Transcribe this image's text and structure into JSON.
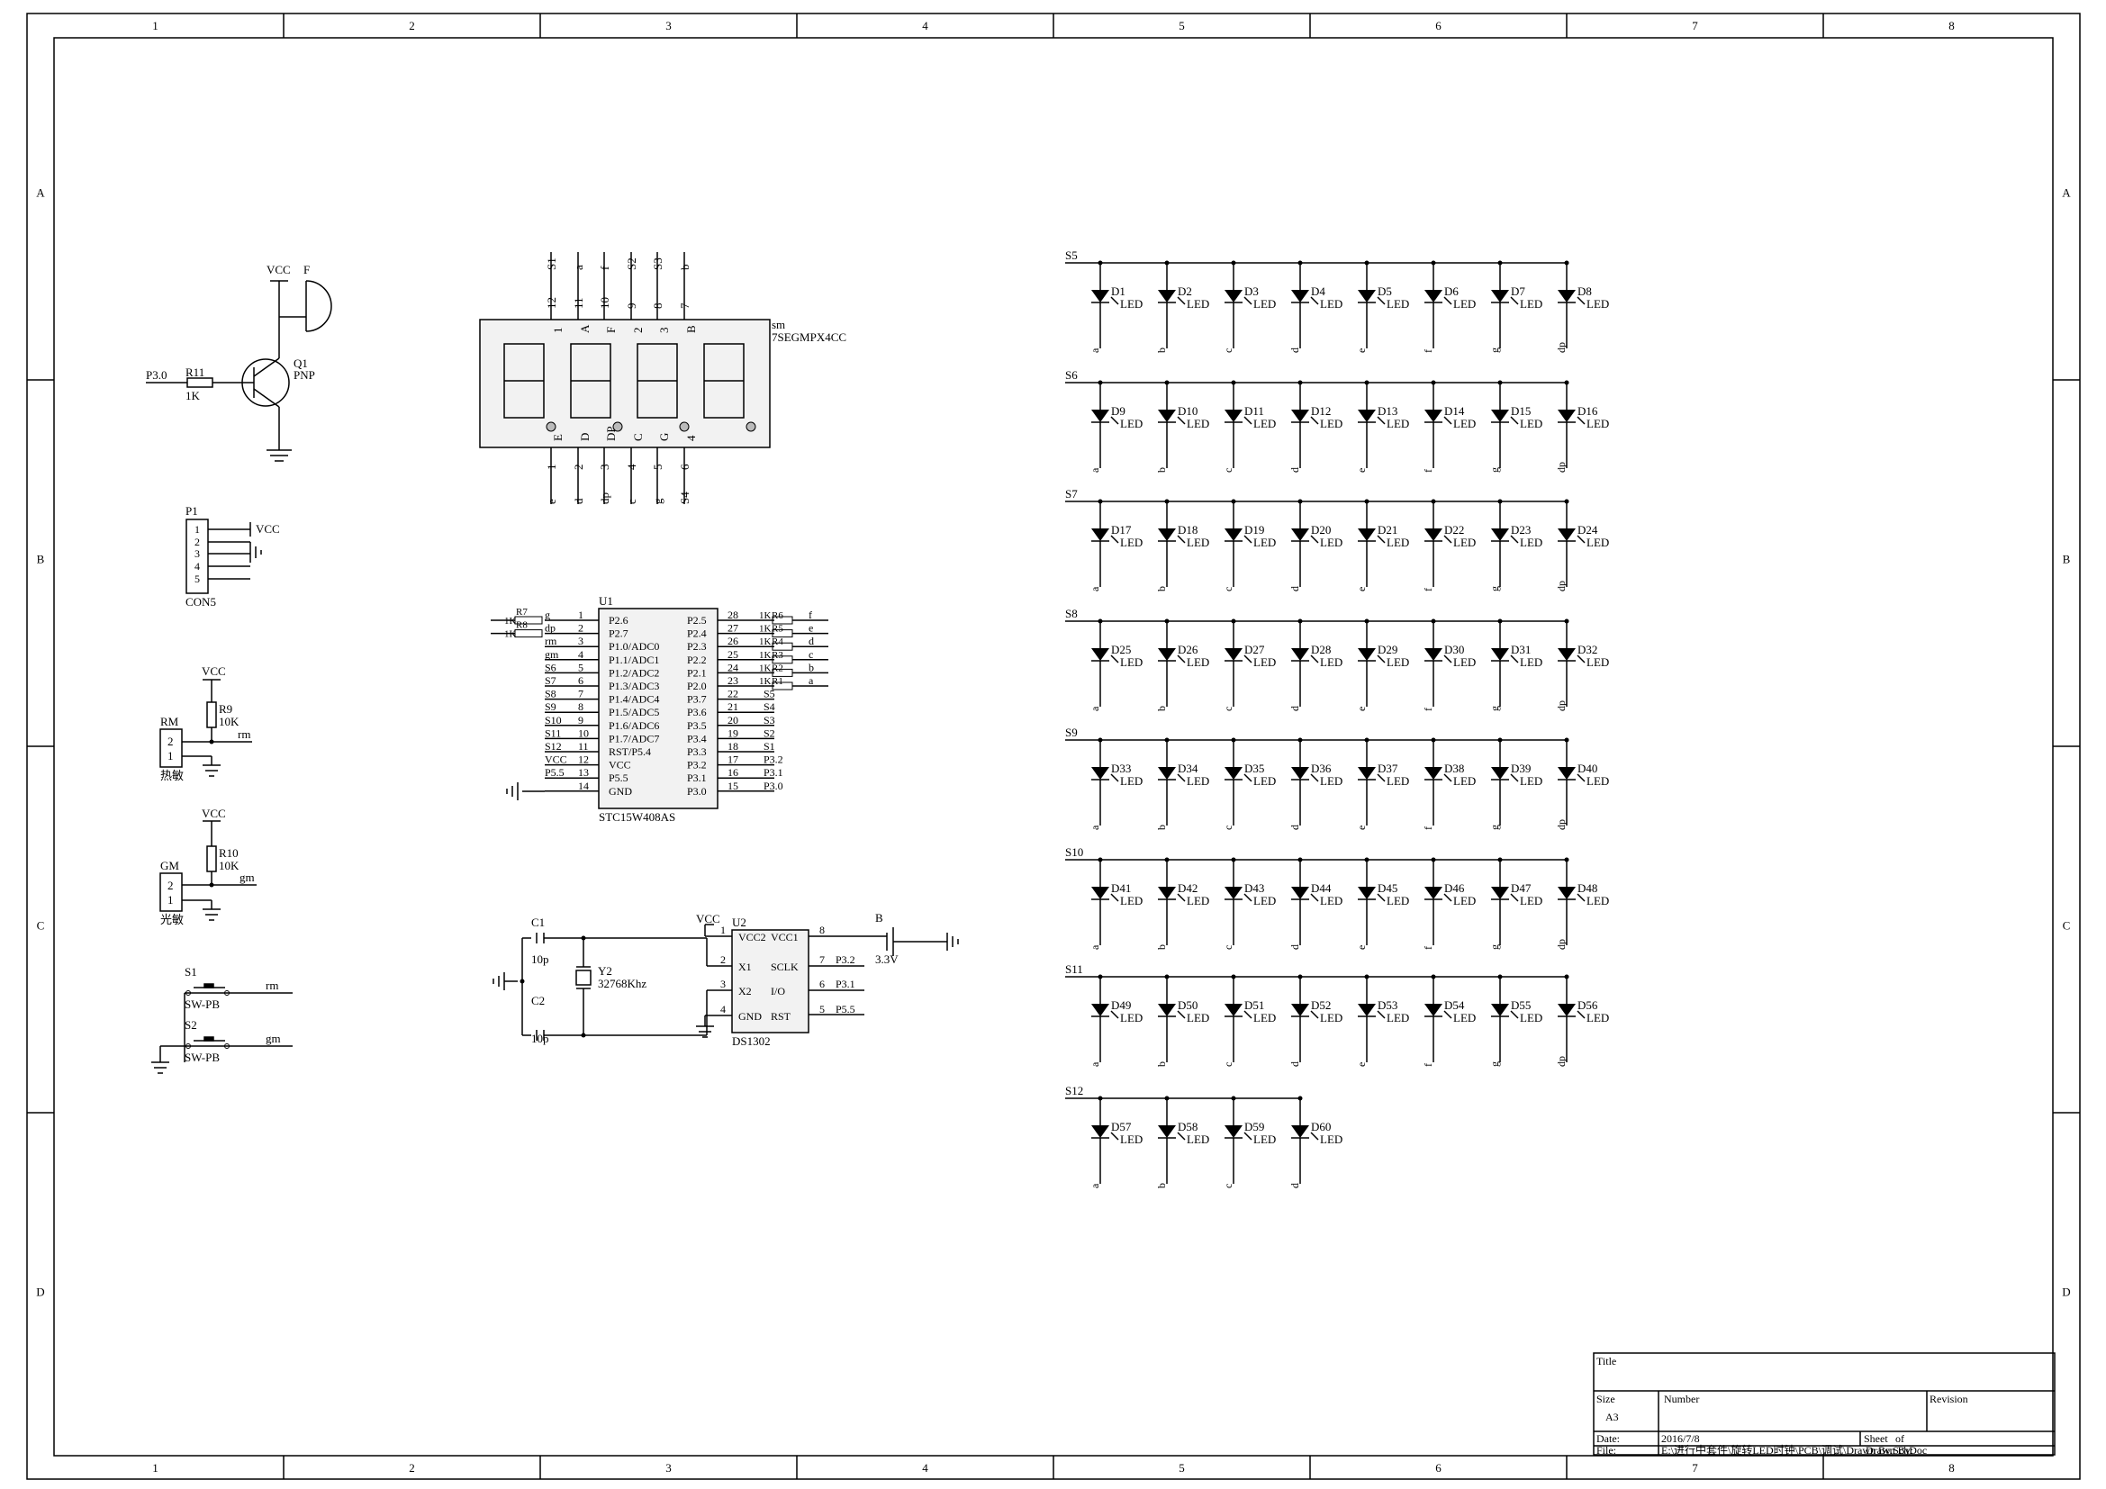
{
  "frame": {
    "columns": [
      "1",
      "2",
      "3",
      "4",
      "5",
      "6",
      "7",
      "8"
    ],
    "rows": [
      "A",
      "B",
      "C",
      "D"
    ]
  },
  "title_block": {
    "title_label": "Title",
    "size_label": "Size",
    "size_value": "A3",
    "number_label": "Number",
    "revision_label": "Revision",
    "date_label": "Date:",
    "date_value": "2016/7/8",
    "file_label": "File:",
    "file_value": "E:\\进行中套件\\旋转LED时钟\\PCB\\调试\\Drawn By.SchDoc",
    "sheet_label": "Sheet",
    "of_label": "of",
    "drawn_by_label": "Drawn By:"
  },
  "buzzer": {
    "vcc": "VCC",
    "f": "F",
    "q_ref": "Q1",
    "q_type": "PNP",
    "net_in": "P3.0",
    "r_ref": "R11",
    "r_val": "1K"
  },
  "connector": {
    "ref": "P1",
    "name": "CON5",
    "pins": [
      "1",
      "2",
      "3",
      "4",
      "5"
    ],
    "vcc": "VCC"
  },
  "thermistor": {
    "vcc": "VCC",
    "r_ref": "R9",
    "r_val": "10K",
    "net": "rm",
    "ref": "RM",
    "pins": [
      "2",
      "1"
    ],
    "label": "热敏"
  },
  "photoresistor": {
    "vcc": "VCC",
    "r_ref": "R10",
    "r_val": "10K",
    "net": "gm",
    "ref": "GM",
    "pins": [
      "2",
      "1"
    ],
    "label": "光敏"
  },
  "switches": [
    {
      "ref": "S1",
      "type": "SW-PB",
      "net": "rm"
    },
    {
      "ref": "S2",
      "type": "SW-PB",
      "net": "gm"
    }
  ],
  "seven_seg": {
    "ref": "sm",
    "part": "7SEGMPX4CC",
    "top_nets": [
      "S1",
      "a",
      "f",
      "S2",
      "S3",
      "b"
    ],
    "top_pins": [
      "12",
      "11",
      "10",
      "9",
      "8",
      "7"
    ],
    "top_inner": [
      "1",
      "A",
      "F",
      "2",
      "3",
      "B"
    ],
    "bottom_inner": [
      "E",
      "D",
      "DP",
      "C",
      "G",
      "4"
    ],
    "bottom_pins": [
      "1",
      "2",
      "3",
      "4",
      "5",
      "6"
    ],
    "bottom_nets": [
      "e",
      "d",
      "dp",
      "c",
      "g",
      "S4"
    ]
  },
  "mcu": {
    "ref": "U1",
    "part": "STC15W408AS",
    "left_pins": [
      {
        "num": "1",
        "name": "P2.6",
        "net": "g"
      },
      {
        "num": "2",
        "name": "P2.7",
        "net": "dp"
      },
      {
        "num": "3",
        "name": "P1.0/ADC0",
        "net": "rm"
      },
      {
        "num": "4",
        "name": "P1.1/ADC1",
        "net": "gm"
      },
      {
        "num": "5",
        "name": "P1.2/ADC2",
        "net": "S6"
      },
      {
        "num": "6",
        "name": "P1.3/ADC3",
        "net": "S7"
      },
      {
        "num": "7",
        "name": "P1.4/ADC4",
        "net": "S8"
      },
      {
        "num": "8",
        "name": "P1.5/ADC5",
        "net": "S9"
      },
      {
        "num": "9",
        "name": "P1.6/ADC6",
        "net": "S10"
      },
      {
        "num": "10",
        "name": "P1.7/ADC7",
        "net": "S11"
      },
      {
        "num": "11",
        "name": "RST/P5.4",
        "net": "S12"
      },
      {
        "num": "12",
        "name": "VCC",
        "net": "VCC"
      },
      {
        "num": "13",
        "name": "P5.5",
        "net": "P5.5"
      },
      {
        "num": "14",
        "name": "GND",
        "net": ""
      }
    ],
    "right_pins": [
      {
        "num": "28",
        "name": "P2.5",
        "net": "f"
      },
      {
        "num": "27",
        "name": "P2.4",
        "net": "e"
      },
      {
        "num": "26",
        "name": "P2.3",
        "net": "d"
      },
      {
        "num": "25",
        "name": "P2.2",
        "net": "c"
      },
      {
        "num": "24",
        "name": "P2.1",
        "net": "b"
      },
      {
        "num": "23",
        "name": "P2.0",
        "net": "a"
      },
      {
        "num": "22",
        "name": "P3.7",
        "net": "S5"
      },
      {
        "num": "21",
        "name": "P3.6",
        "net": "S4"
      },
      {
        "num": "20",
        "name": "P3.5",
        "net": "S3"
      },
      {
        "num": "19",
        "name": "P3.4",
        "net": "S2"
      },
      {
        "num": "18",
        "name": "P3.3",
        "net": "S1"
      },
      {
        "num": "17",
        "name": "P3.2",
        "net": "P3.2"
      },
      {
        "num": "16",
        "name": "P3.1",
        "net": "P3.1"
      },
      {
        "num": "15",
        "name": "P3.0",
        "net": "P3.0"
      }
    ],
    "right_resistors": [
      {
        "ref": "R6",
        "val": "1K"
      },
      {
        "ref": "R5",
        "val": "1K"
      },
      {
        "ref": "R4",
        "val": "1K"
      },
      {
        "ref": "R3",
        "val": "1K"
      },
      {
        "ref": "R2",
        "val": "1K"
      },
      {
        "ref": "R1",
        "val": "1K"
      }
    ],
    "left_resistors": [
      {
        "ref": "R7",
        "val": "1K"
      },
      {
        "ref": "R8",
        "val": "1K"
      }
    ]
  },
  "rtc": {
    "ref": "U2",
    "part": "DS1302",
    "vcc": "VCC",
    "c1": "C1",
    "c1_val": "10p",
    "c2": "C2",
    "c2_val": "10p",
    "xtal_ref": "Y2",
    "xtal_val": "32768Khz",
    "batt_ref": "B",
    "batt_val": "3.3V",
    "left_pins": [
      {
        "num": "1",
        "name": "VCC2"
      },
      {
        "num": "2",
        "name": "X1"
      },
      {
        "num": "3",
        "name": "X2"
      },
      {
        "num": "4",
        "name": "GND"
      }
    ],
    "right_pins": [
      {
        "num": "8",
        "name": "VCC1",
        "net": ""
      },
      {
        "num": "7",
        "name": "SCLK",
        "net": "P3.2"
      },
      {
        "num": "6",
        "name": "I/O",
        "net": "P3.1"
      },
      {
        "num": "5",
        "name": "RST",
        "net": "P5.5"
      }
    ]
  },
  "led_matrix": {
    "led_label": "LED",
    "columns": [
      "a",
      "b",
      "c",
      "d",
      "e",
      "f",
      "g",
      "dp"
    ],
    "rows": [
      {
        "net": "S5",
        "count": 8
      },
      {
        "net": "S6",
        "count": 8
      },
      {
        "net": "S7",
        "count": 8
      },
      {
        "net": "S8",
        "count": 8
      },
      {
        "net": "S9",
        "count": 8
      },
      {
        "net": "S10",
        "count": 8
      },
      {
        "net": "S11",
        "count": 8
      },
      {
        "net": "S12",
        "count": 4
      }
    ],
    "designator_prefix": "D"
  }
}
